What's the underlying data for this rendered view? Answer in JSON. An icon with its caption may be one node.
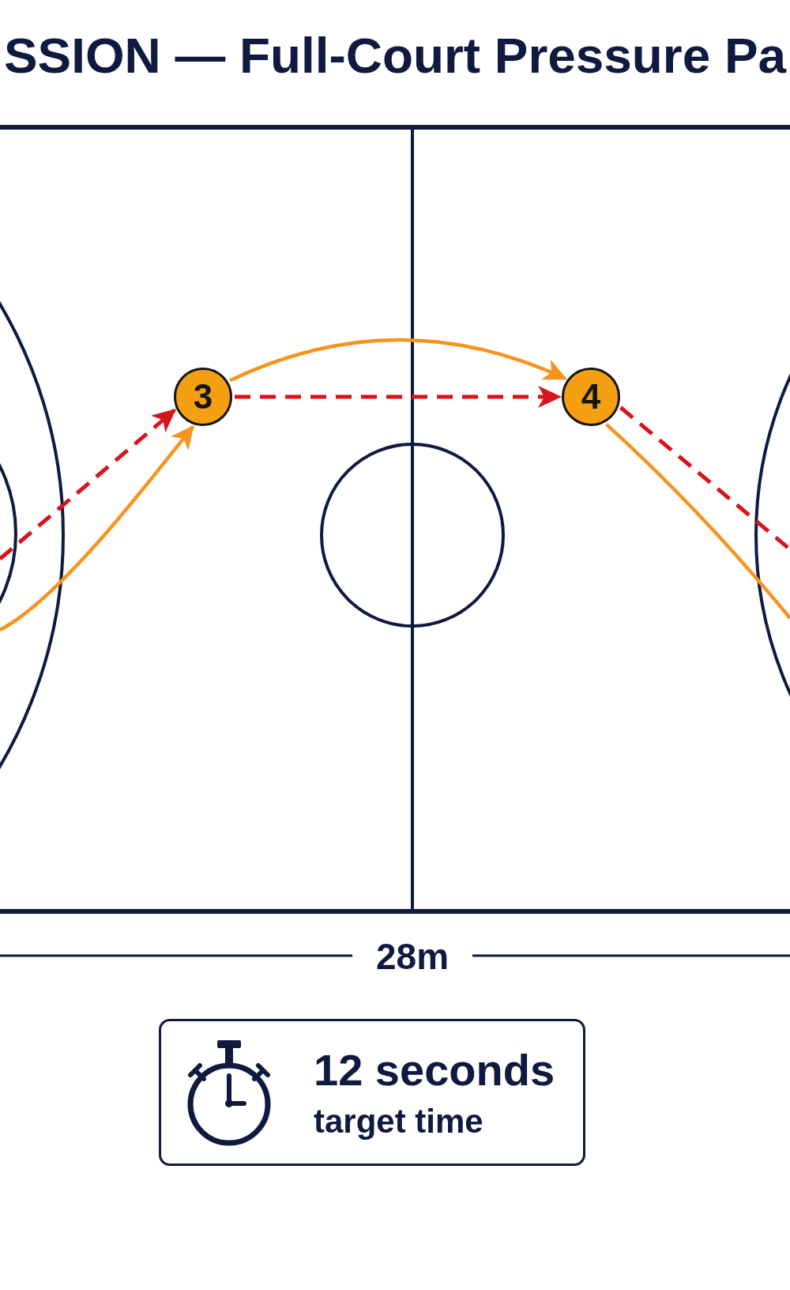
{
  "diagram": {
    "title": "SSION — Full-Court Pressure Pa",
    "nodes": [
      {
        "text": [
          "3"
        ]
      },
      {
        "text": [
          "4"
        ]
      },
      {
        "text": [
          "12 seconds",
          "target time"
        ]
      }
    ],
    "edges": [
      {
        "from": null,
        "to": 0,
        "arrow": "to",
        "style": "dashed",
        "color": "#d7141a"
      },
      {
        "from": null,
        "to": 0,
        "arrow": "to",
        "color": "#f7931e"
      },
      {
        "from": 0,
        "to": 1,
        "arrow": "to",
        "color": "#f7931e"
      },
      {
        "from": 0,
        "to": 1,
        "arrow": "to",
        "style": "dashed",
        "color": "#d7141a"
      },
      {
        "from": 1,
        "to": null,
        "arrow": "none",
        "style": "dashed",
        "color": "#d7141a"
      },
      {
        "from": 1,
        "to": null,
        "arrow": "none",
        "color": "#f7931e"
      }
    ],
    "labels": [
      "28m"
    ]
  }
}
